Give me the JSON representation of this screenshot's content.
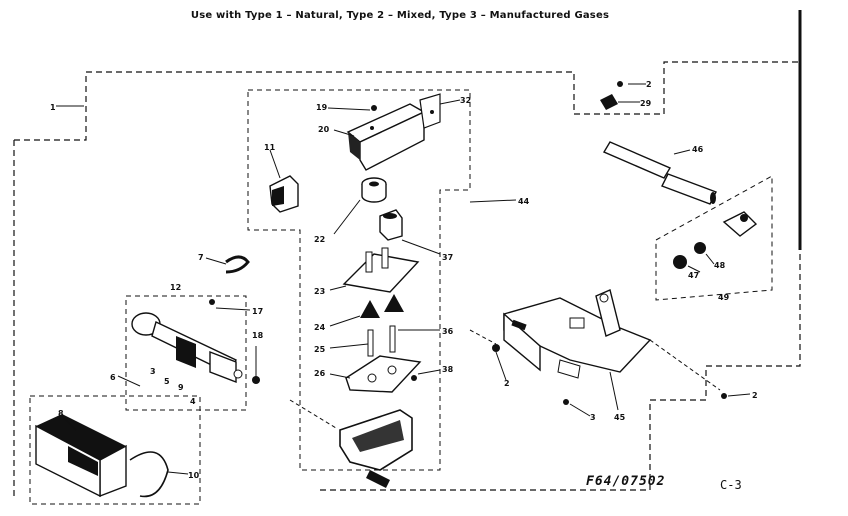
{
  "title": "Use with Type 1 – Natural, Type 2 – Mixed, Type 3 – Manufactured Gases",
  "footer_code": "F64/07502",
  "page_ref": "C-3",
  "callouts": {
    "c1": "1",
    "c2a": "2",
    "c2b": "2",
    "c2c": "2",
    "c29": "29",
    "c46": "46",
    "c19": "19",
    "c32": "32",
    "c20": "20",
    "c11": "11",
    "c44": "44",
    "c22": "22",
    "c37": "37",
    "c23": "23",
    "c24": "24",
    "c25": "25",
    "c26": "26",
    "c36": "36",
    "c38": "38",
    "c7": "7",
    "c12": "12",
    "c17": "17",
    "c18": "18",
    "c8": "8",
    "c3": "3",
    "c4": "4",
    "c5": "5",
    "c6": "6",
    "c9": "9",
    "c10": "10",
    "c47": "47",
    "c48": "48",
    "c49": "49",
    "c45": "45",
    "c3b": "3"
  }
}
